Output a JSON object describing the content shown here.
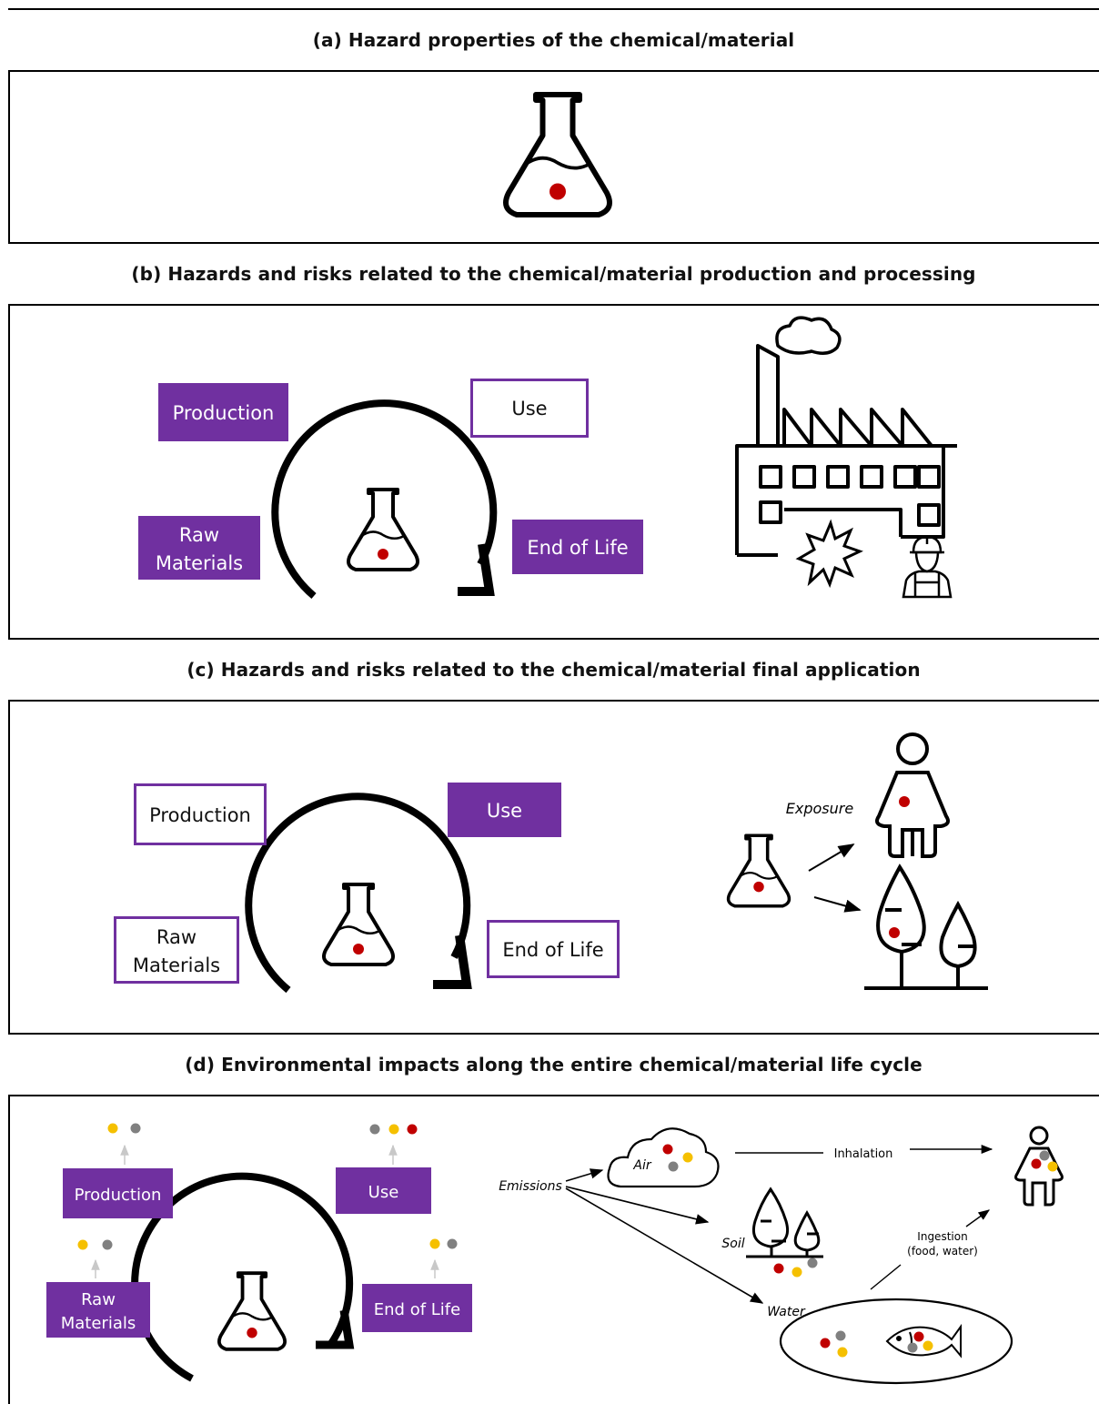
{
  "sections": [
    {
      "title": "(a) Hazard properties of the chemical/material"
    },
    {
      "title": "(b) Hazards and risks related to the chemical/material production and processing"
    },
    {
      "title": "(c) Hazards and risks related to the chemical/material final application"
    },
    {
      "title": "(d) Environmental impacts along the entire chemical/material life cycle"
    }
  ],
  "lifecycle": {
    "production": "Production",
    "use": "Use",
    "raw1": "Raw",
    "raw2": "Materials",
    "end_of_life": "End of Life"
  },
  "section_c": {
    "exposure": "Exposure"
  },
  "section_d": {
    "emissions": "Emissions",
    "air": "Air",
    "soil": "Soil",
    "water": "Water",
    "inhalation": "Inhalation",
    "ingestion1": "Ingestion",
    "ingestion2": "(food, water)"
  },
  "colors": {
    "purple": "#7030a0",
    "red": "#c00000",
    "yellow": "#f5c000",
    "grey": "#808080",
    "light_arrow": "#c8c8c8"
  }
}
